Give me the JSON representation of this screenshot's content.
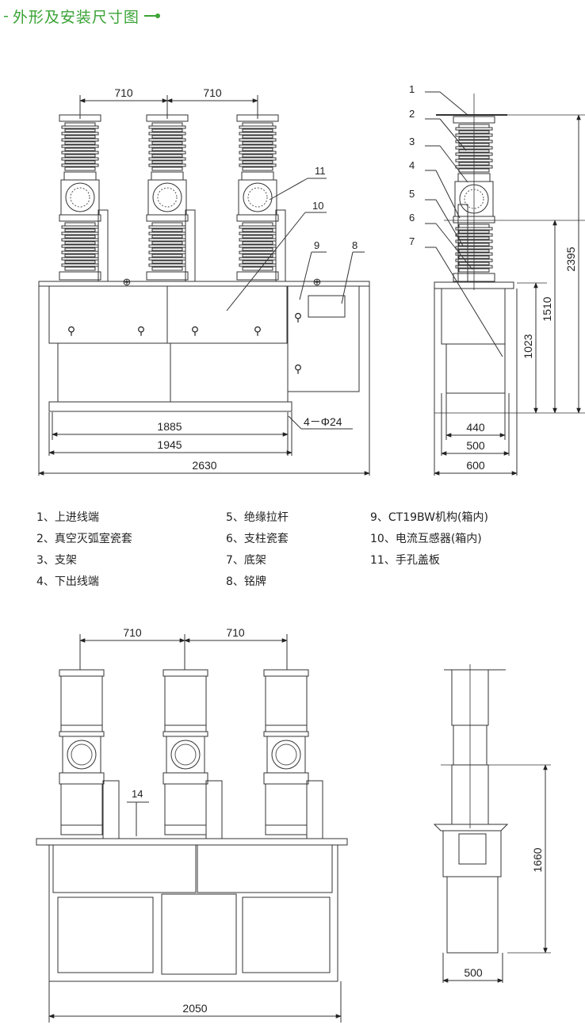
{
  "header": {
    "title": "外形及安装尺寸图"
  },
  "top_front": {
    "spacing_left": "710",
    "spacing_right": "710",
    "dim_1885": "1885",
    "dim_1945": "1945",
    "dim_2630": "2630",
    "holes": "4－Φ24",
    "callouts": [
      "11",
      "10",
      "9",
      "8"
    ]
  },
  "top_side": {
    "callouts": [
      "1",
      "2",
      "3",
      "4",
      "5",
      "6",
      "7"
    ],
    "dim_2395": "2395",
    "dim_1510": "1510",
    "dim_1023": "1023",
    "dim_440": "440",
    "dim_500": "500",
    "dim_600": "600"
  },
  "legend": {
    "col1": [
      "1、上进线端",
      "2、真空灭弧室瓷套",
      "3、支架",
      "4、下出线端"
    ],
    "col2": [
      "5、绝缘拉杆",
      "6、支柱瓷套",
      "7、底架",
      "8、铭牌"
    ],
    "col3": [
      "9、CT19BW机构(箱内)",
      "10、电流互感器(箱内)",
      "11、手孔盖板"
    ]
  },
  "bottom_front": {
    "spacing_left": "710",
    "spacing_right": "710",
    "callout": "14",
    "dim_2050": "2050"
  },
  "bottom_side": {
    "dim_1660": "1660",
    "dim_500": "500"
  }
}
